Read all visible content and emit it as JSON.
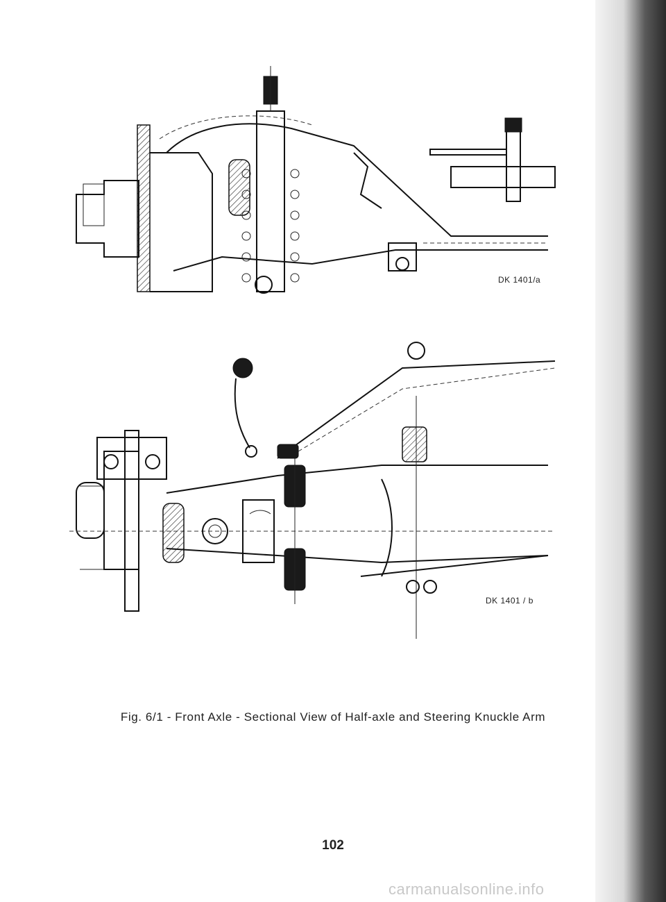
{
  "figure_a": {
    "code": "DK 1401/a"
  },
  "figure_b": {
    "code": "DK 1401 / b"
  },
  "caption": "Fig. 6/1 - Front Axle - Sectional View of Half-axle and Steering Knuckle Arm",
  "page_number": "102",
  "watermark": "carmanualsonline.info"
}
